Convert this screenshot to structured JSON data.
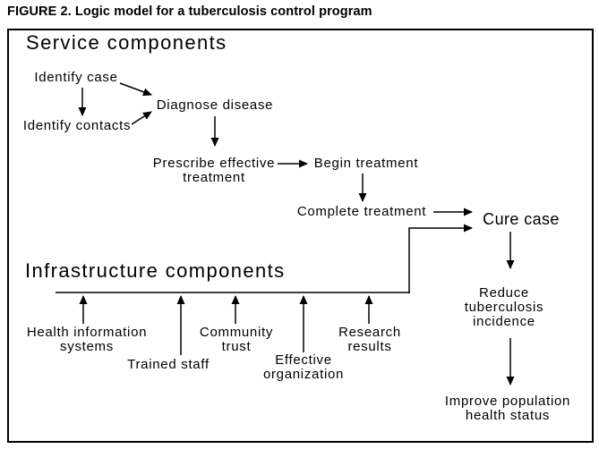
{
  "figure": {
    "title": "FIGURE 2. Logic model for a tuberculosis control program"
  },
  "sections": {
    "service": {
      "heading": "Service components"
    },
    "infrastructure": {
      "heading": "Infrastructure components"
    }
  },
  "nodes": {
    "identify_case": "Identify case",
    "identify_contacts": "Identify contacts",
    "diagnose_disease": "Diagnose disease",
    "prescribe_effective_treatment": "Prescribe effective\ntreatment",
    "begin_treatment": "Begin treatment",
    "complete_treatment": "Complete treatment",
    "cure_case": "Cure case",
    "reduce_tuberculosis_incidence": "Reduce\ntuberculosis\nincidence",
    "improve_population_health_status": "Improve population\nhealth status",
    "health_information_systems": "Health information\nsystems",
    "trained_staff": "Trained staff",
    "community_trust": "Community\ntrust",
    "effective_organization": "Effective\norganization",
    "research_results": "Research\nresults"
  },
  "colors": {
    "ink": "#000000",
    "background": "#ffffff"
  }
}
